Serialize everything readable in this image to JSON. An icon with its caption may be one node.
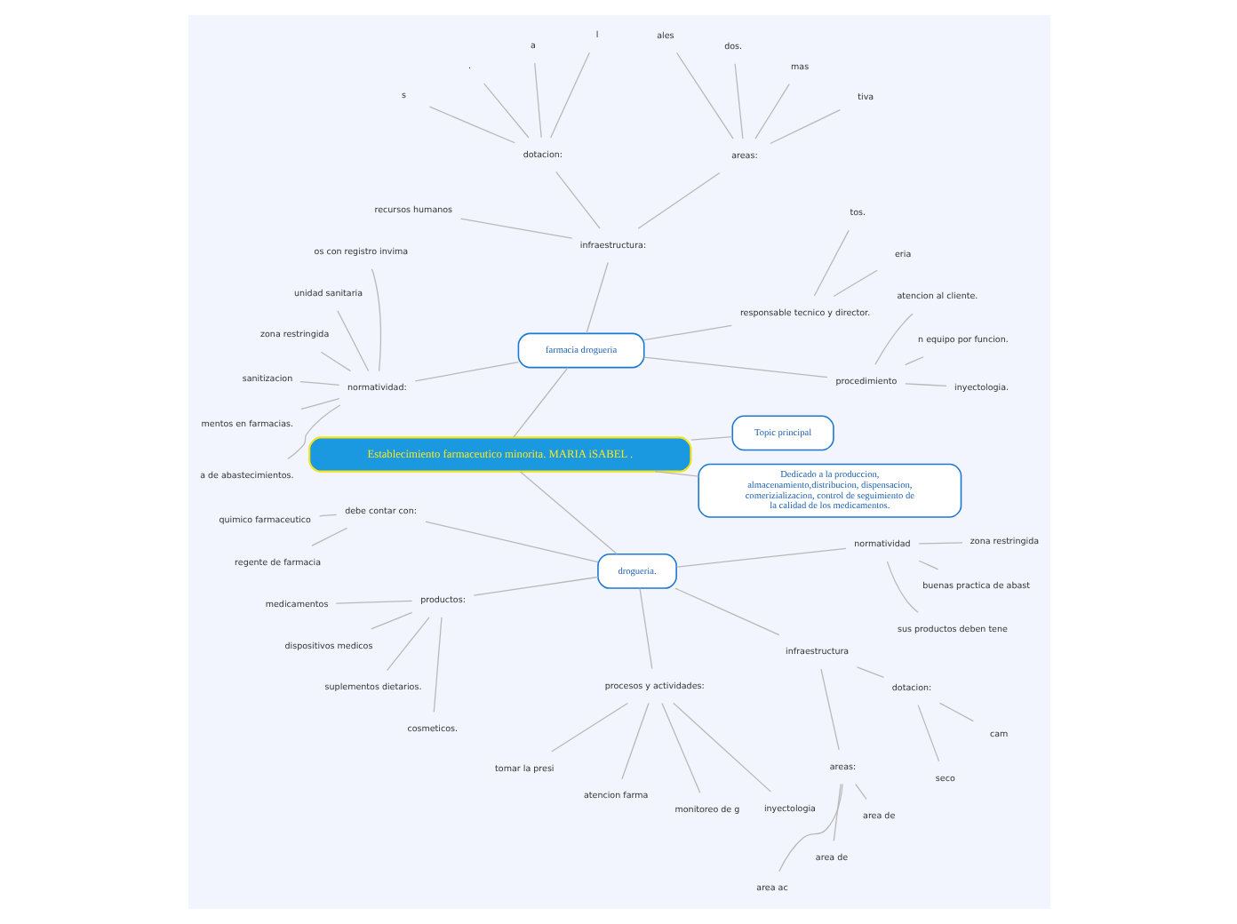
{
  "diagram": {
    "nodes": [
      {
        "text": [
          "Establecimiento farmaceutico minorita. MARIA iSABEL ."
        ]
      },
      {
        "text": [
          "Topic principal"
        ]
      },
      {
        "text": [
          "farmacia drogueria"
        ]
      },
      {
        "text": [
          "procedimiento"
        ]
      },
      {
        "text": [
          "inyectologia."
        ]
      },
      {
        "text": [
          "n equipo por funcion."
        ]
      },
      {
        "text": [
          "atencion al cliente."
        ]
      },
      {
        "text": [
          "responsable tecnico y director."
        ]
      },
      {
        "text": [
          "eria"
        ]
      },
      {
        "text": [
          "tos."
        ]
      },
      {
        "text": [
          "infraestructura:"
        ]
      },
      {
        "text": [
          "areas:"
        ]
      },
      {
        "text": [
          "tiva"
        ]
      },
      {
        "text": [
          "mas"
        ]
      },
      {
        "text": [
          "dos."
        ]
      },
      {
        "text": [
          "ales"
        ]
      },
      {
        "text": [
          "dotacion:"
        ]
      },
      {
        "text": [
          "l"
        ]
      },
      {
        "text": [
          "a"
        ]
      },
      {
        "text": [
          "."
        ]
      },
      {
        "text": [
          "s"
        ]
      },
      {
        "text": [
          "recursos humanos"
        ]
      },
      {
        "text": [
          "normatividad:"
        ]
      },
      {
        "text": [
          "os con registro invima"
        ]
      },
      {
        "text": [
          "unidad sanitaria"
        ]
      },
      {
        "text": [
          "zona restringida"
        ]
      },
      {
        "text": [
          "sanitizacion"
        ]
      },
      {
        "text": [
          "mentos en farmacias."
        ]
      },
      {
        "text": [
          "a de abastecimientos."
        ]
      },
      {
        "text": [
          "drogueria."
        ]
      },
      {
        "text": [
          "debe contar con:"
        ]
      },
      {
        "text": [
          "quimico farmaceutico"
        ]
      },
      {
        "text": [
          "regente de farmacia"
        ]
      },
      {
        "text": [
          "productos:"
        ]
      },
      {
        "text": [
          "medicamentos"
        ]
      },
      {
        "text": [
          "dispositivos medicos"
        ]
      },
      {
        "text": [
          "suplementos dietarios."
        ]
      },
      {
        "text": [
          "cosmeticos."
        ]
      },
      {
        "text": [
          "procesos y actividades:"
        ]
      },
      {
        "text": [
          "tomar la presi"
        ]
      },
      {
        "text": [
          "atencion farma"
        ]
      },
      {
        "text": [
          "monitoreo de g"
        ]
      },
      {
        "text": [
          "inyectologia"
        ]
      },
      {
        "text": [
          "infraestructura"
        ]
      },
      {
        "text": [
          "areas:"
        ]
      },
      {
        "text": [
          "area ac"
        ]
      },
      {
        "text": [
          "area de"
        ]
      },
      {
        "text": [
          "area de"
        ]
      },
      {
        "text": [
          "dotacion:"
        ]
      },
      {
        "text": [
          "seco"
        ]
      },
      {
        "text": [
          "cam"
        ]
      },
      {
        "text": [
          "normatividad"
        ]
      },
      {
        "text": [
          "sus productos deben tene"
        ]
      },
      {
        "text": [
          "buenas practica de abast"
        ]
      },
      {
        "text": [
          "zona restringida"
        ]
      },
      {
        "text": [
          "Dedicado a la produccion, almacenamiento,distribucion, dispensacion, comerizializacion, control de seguimiento de la calidad de los medicamentos."
        ]
      }
    ],
    "edges": [
      {
        "from": 0,
        "to": 1,
        "arrow": "none"
      },
      {
        "from": 0,
        "to": 2,
        "arrow": "none"
      },
      {
        "from": 2,
        "to": 3,
        "arrow": "none"
      },
      {
        "from": 3,
        "to": 4,
        "arrow": "none"
      },
      {
        "from": 3,
        "to": 5,
        "arrow": "none"
      },
      {
        "from": 3,
        "to": 6,
        "arrow": "none"
      },
      {
        "from": 2,
        "to": 7,
        "arrow": "none"
      },
      {
        "from": 7,
        "to": 8,
        "arrow": "none"
      },
      {
        "from": 7,
        "to": 9,
        "arrow": "none"
      },
      {
        "from": 2,
        "to": 10,
        "arrow": "none"
      },
      {
        "from": 10,
        "to": 11,
        "arrow": "none"
      },
      {
        "from": 11,
        "to": 12,
        "arrow": "none"
      },
      {
        "from": 11,
        "to": 13,
        "arrow": "none"
      },
      {
        "from": 11,
        "to": 14,
        "arrow": "none"
      },
      {
        "from": 11,
        "to": 15,
        "arrow": "none"
      },
      {
        "from": 10,
        "to": 16,
        "arrow": "none"
      },
      {
        "from": 16,
        "to": 17,
        "arrow": "none"
      },
      {
        "from": 16,
        "to": 18,
        "arrow": "none"
      },
      {
        "from": 16,
        "to": 19,
        "arrow": "none"
      },
      {
        "from": 16,
        "to": 20,
        "arrow": "none"
      },
      {
        "from": 10,
        "to": 21,
        "arrow": "none"
      },
      {
        "from": 2,
        "to": 22,
        "arrow": "none"
      },
      {
        "from": 22,
        "to": 23,
        "arrow": "none"
      },
      {
        "from": 22,
        "to": 24,
        "arrow": "none"
      },
      {
        "from": 22,
        "to": 25,
        "arrow": "none"
      },
      {
        "from": 22,
        "to": 26,
        "arrow": "none"
      },
      {
        "from": 22,
        "to": 27,
        "arrow": "none"
      },
      {
        "from": 22,
        "to": 28,
        "arrow": "none"
      },
      {
        "from": 0,
        "to": 29,
        "arrow": "none"
      },
      {
        "from": 29,
        "to": 30,
        "arrow": "none"
      },
      {
        "from": 30,
        "to": 31,
        "arrow": "none"
      },
      {
        "from": 30,
        "to": 32,
        "arrow": "none"
      },
      {
        "from": 29,
        "to": 33,
        "arrow": "none"
      },
      {
        "from": 33,
        "to": 34,
        "arrow": "none"
      },
      {
        "from": 33,
        "to": 35,
        "arrow": "none"
      },
      {
        "from": 33,
        "to": 36,
        "arrow": "none"
      },
      {
        "from": 33,
        "to": 37,
        "arrow": "none"
      },
      {
        "from": 29,
        "to": 38,
        "arrow": "none"
      },
      {
        "from": 38,
        "to": 39,
        "arrow": "none"
      },
      {
        "from": 38,
        "to": 40,
        "arrow": "none"
      },
      {
        "from": 38,
        "to": 41,
        "arrow": "none"
      },
      {
        "from": 38,
        "to": 42,
        "arrow": "none"
      },
      {
        "from": 29,
        "to": 43,
        "arrow": "none"
      },
      {
        "from": 43,
        "to": 44,
        "arrow": "none"
      },
      {
        "from": 44,
        "to": 45,
        "arrow": "none"
      },
      {
        "from": 44,
        "to": 46,
        "arrow": "none"
      },
      {
        "from": 44,
        "to": 47,
        "arrow": "none"
      },
      {
        "from": 43,
        "to": 48,
        "arrow": "none"
      },
      {
        "from": 48,
        "to": 49,
        "arrow": "none"
      },
      {
        "from": 48,
        "to": 50,
        "arrow": "none"
      },
      {
        "from": 29,
        "to": 51,
        "arrow": "none"
      },
      {
        "from": 51,
        "to": 52,
        "arrow": "none"
      },
      {
        "from": 51,
        "to": 53,
        "arrow": "none"
      },
      {
        "from": 51,
        "to": 54,
        "arrow": "none"
      },
      {
        "from": 0,
        "to": 55,
        "arrow": "none"
      }
    ]
  }
}
